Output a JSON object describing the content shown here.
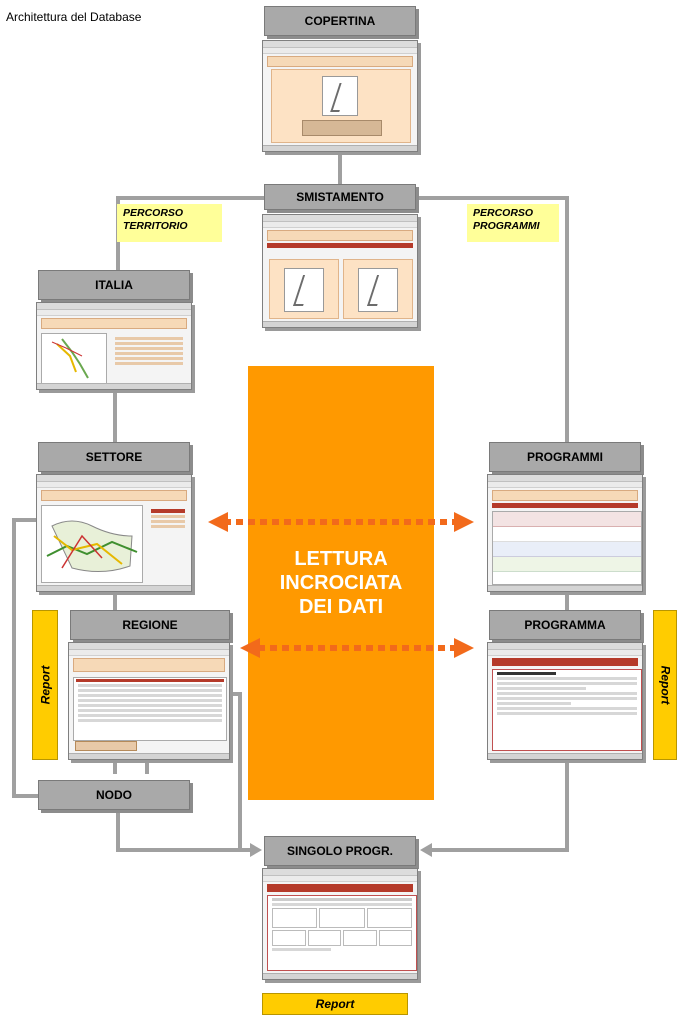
{
  "page_title": "Architettura del Database",
  "nodes": {
    "copertina": "COPERTINA",
    "smistamento": "SMISTAMENTO",
    "italia": "ITALIA",
    "settore": "SETTORE",
    "regione": "REGIONE",
    "nodo": "NODO",
    "programmi": "PROGRAMMI",
    "programma": "PROGRAMMA",
    "singolo": "SINGOLO PROGR."
  },
  "paths": {
    "territorio": "PERCORSO\nTERRITORIO",
    "programmi": "PERCORSO\nPROGRAMMI"
  },
  "center_label": "LETTURA\nINCROCIATA\nDEI DATI",
  "report_labels": {
    "left": "Report",
    "right": "Report",
    "bottom": "Report"
  },
  "colors": {
    "center_fill": "#ff9900",
    "arrow": "#f26a1b",
    "report_fill": "#ffcc00",
    "path_tag_fill": "#ffff99",
    "node_header": "#a9a9a9",
    "connector": "#a0a0a0"
  }
}
